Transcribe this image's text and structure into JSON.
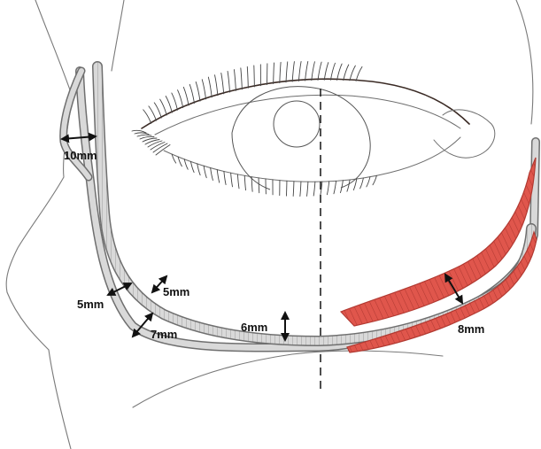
{
  "labels": {
    "lateral_width": "10mm",
    "strip_a": "5mm",
    "strip_b": "5mm",
    "strip_c": "7mm",
    "mid_gap": "6mm",
    "muscle_width": "8mm"
  },
  "colors": {
    "muscle_fill": "#e0564c",
    "muscle_stroke": "#b23a32",
    "strip_fill": "#d9d9d9",
    "strip_edge": "#6f6f6f",
    "line": "#222222"
  }
}
